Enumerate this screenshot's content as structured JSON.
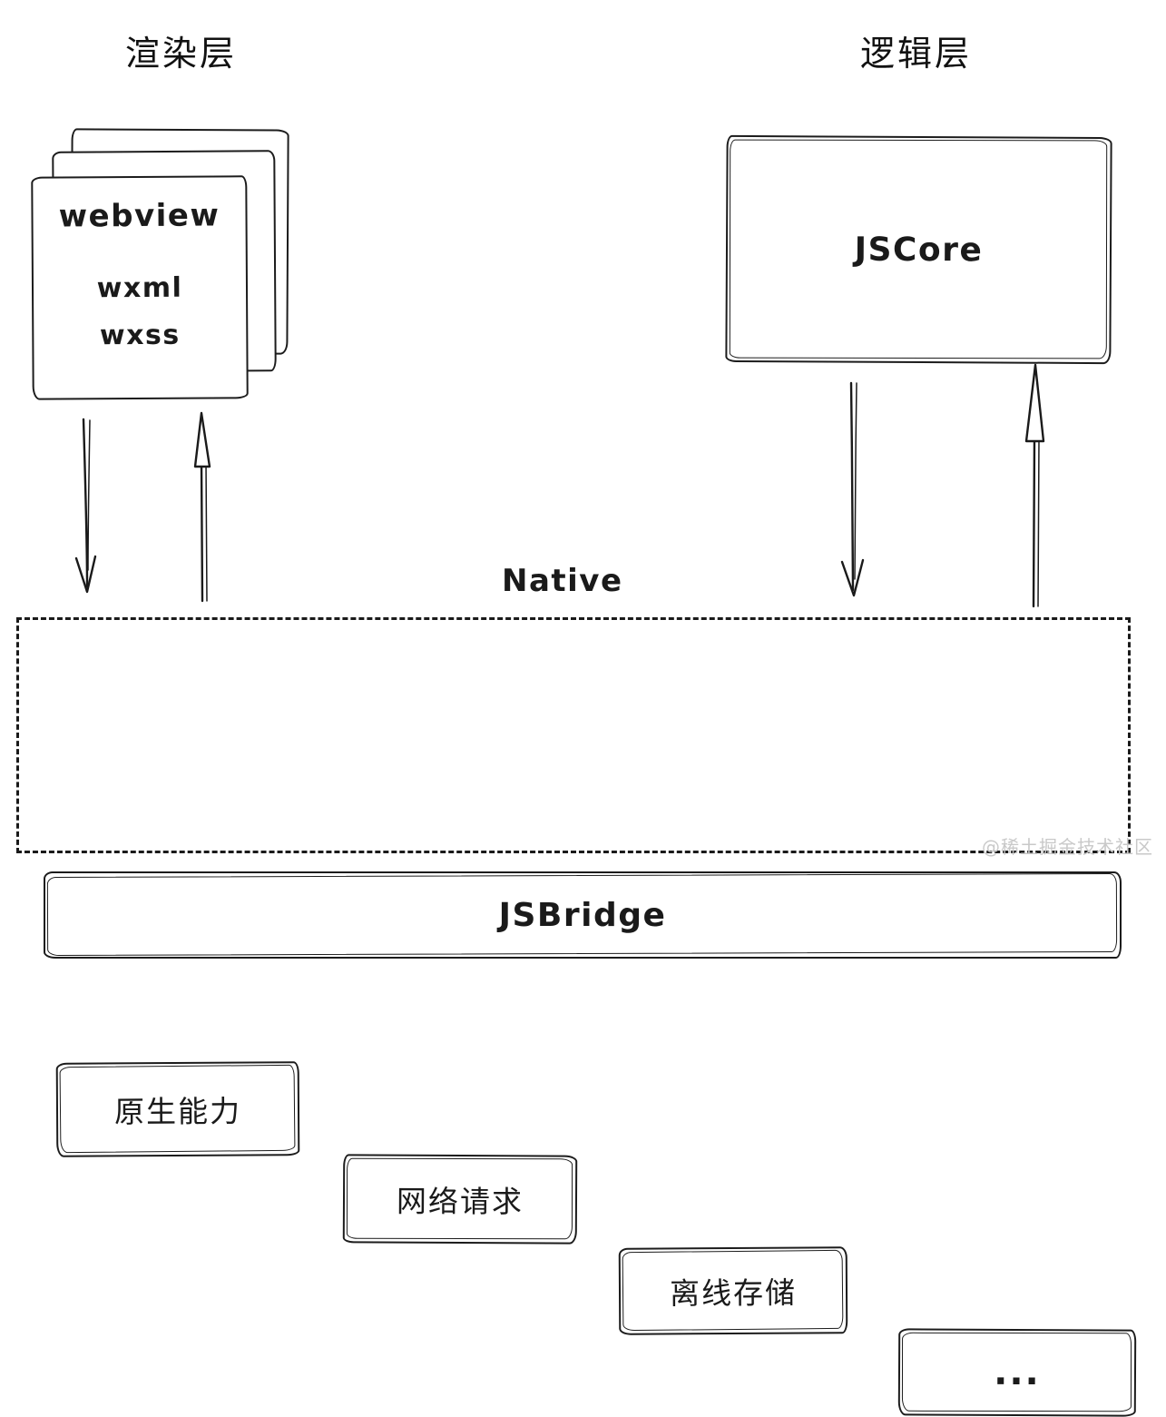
{
  "diagram": {
    "render_layer": {
      "label": "渲染层"
    },
    "logic_layer": {
      "label": "逻辑层"
    },
    "webview": {
      "title": "webview",
      "files": [
        "wxml",
        "wxss"
      ]
    },
    "jscore": {
      "label": "JSCore"
    },
    "native": {
      "label": "Native"
    },
    "jsbridge": {
      "label": "JSBridge"
    },
    "capabilities": [
      "原生能力",
      "网络请求",
      "离线存储",
      "..."
    ],
    "watermark": "@稀土掘金技术社区",
    "colors": {
      "stroke": "#1a1a1a",
      "background": "#ffffff",
      "watermark": "#c9c9c9"
    }
  }
}
